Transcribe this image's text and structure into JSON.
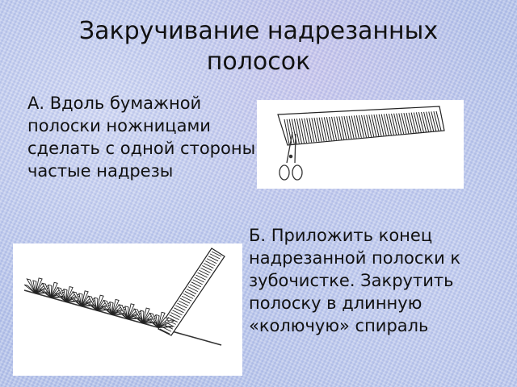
{
  "slide": {
    "title": "Закручивание надрезанных полосок",
    "step_a_text": "А. Вдоль бумажной полоски ножницами сделать с одной стороны частые надрезы",
    "step_b_text": "Б. Приложить конец надрезанной полоски к зубочистке. Закрутить полоску в длинную «колючую» спираль"
  },
  "illustrations": {
    "paper_strip_with_scissors": "scissors-icon",
    "toothpick_spiral": "spiral-icon"
  }
}
